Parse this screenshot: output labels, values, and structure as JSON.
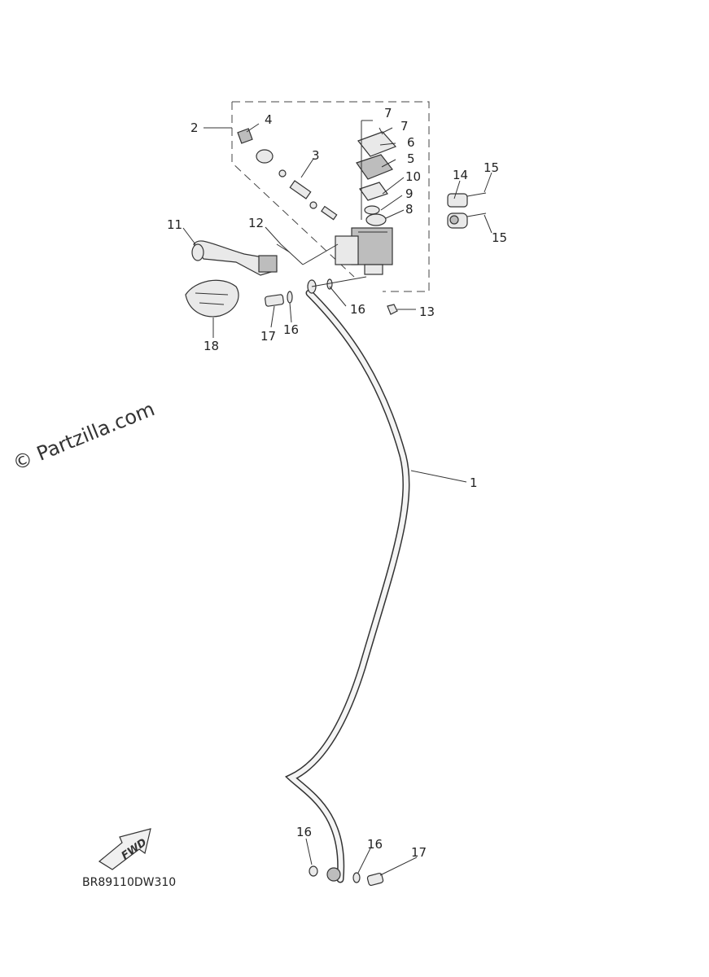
{
  "watermark": "© Partzilla.com",
  "diagram_code": "BR89110DW310",
  "fwd_label": "FWD",
  "callouts": [
    {
      "id": "c1",
      "text": "1"
    },
    {
      "id": "c2",
      "text": "2"
    },
    {
      "id": "c3",
      "text": "3"
    },
    {
      "id": "c4",
      "text": "4"
    },
    {
      "id": "c5",
      "text": "5"
    },
    {
      "id": "c6",
      "text": "6"
    },
    {
      "id": "c7a",
      "text": "7"
    },
    {
      "id": "c7b",
      "text": "7"
    },
    {
      "id": "c8",
      "text": "8"
    },
    {
      "id": "c9",
      "text": "9"
    },
    {
      "id": "c10",
      "text": "10"
    },
    {
      "id": "c11",
      "text": "11"
    },
    {
      "id": "c12",
      "text": "12"
    },
    {
      "id": "c13",
      "text": "13"
    },
    {
      "id": "c14",
      "text": "14"
    },
    {
      "id": "c15a",
      "text": "15"
    },
    {
      "id": "c15b",
      "text": "15"
    },
    {
      "id": "c16a",
      "text": "16"
    },
    {
      "id": "c16b",
      "text": "16"
    },
    {
      "id": "c16c",
      "text": "16"
    },
    {
      "id": "c16d",
      "text": "16"
    },
    {
      "id": "c17a",
      "text": "17"
    },
    {
      "id": "c17b",
      "text": "17"
    },
    {
      "id": "c18",
      "text": "18"
    }
  ]
}
